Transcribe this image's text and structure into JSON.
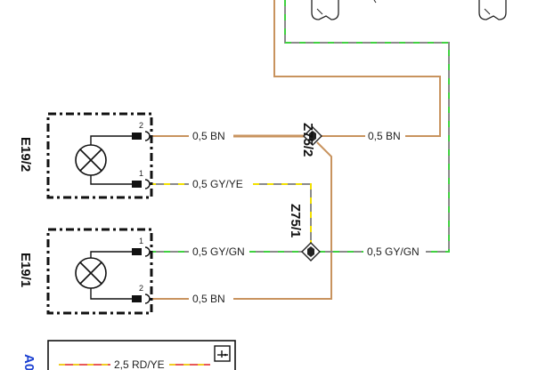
{
  "components": {
    "e19_2": {
      "label": "E19/2",
      "pin_top": "2",
      "pin_bottom": "1"
    },
    "e19_1": {
      "label": "E19/1",
      "pin_top": "1",
      "pin_bottom": "2"
    },
    "a0": {
      "label": "A0"
    }
  },
  "connectors": {
    "z75_2": {
      "label": "Z75/2"
    },
    "z75_1": {
      "label": "Z75/1"
    }
  },
  "wires": {
    "e19_2_pin2": "0,5 BN",
    "z75_2_out": "0,5 BN",
    "e19_2_pin1": "0,5 GY/YE",
    "e19_1_pin1": "0,5 GY/GN",
    "z75_1_out": "0,5 GY/GN",
    "e19_1_pin2": "0,5 BN",
    "a0_supply": "2,5 RD/YE"
  },
  "colors": {
    "brown": "#c8935e",
    "gray": "#8a8a8a",
    "green": "#3fd13f",
    "yellow": "#f2e000",
    "red": "#e02020"
  },
  "icons": [
    "lamp-icon",
    "connector-diamond-icon",
    "ground-symbol-icon"
  ]
}
